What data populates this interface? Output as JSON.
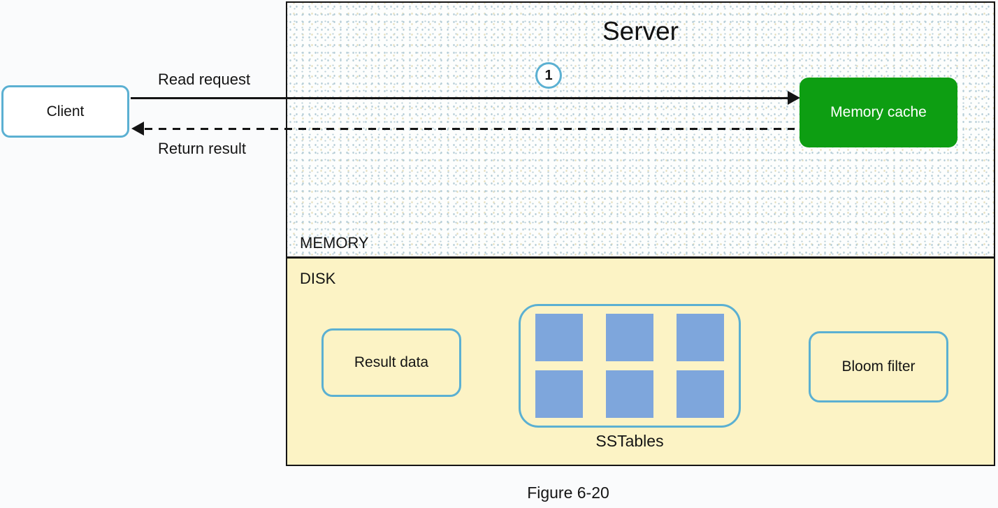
{
  "figure": {
    "caption": "Figure 6-20"
  },
  "client": {
    "label": "Client"
  },
  "arrows": {
    "read_request": {
      "label": "Read request",
      "step": "1",
      "style": "solid",
      "direction": "client-to-memory-cache"
    },
    "return_result": {
      "label": "Return result",
      "style": "dashed",
      "direction": "memory-cache-to-client"
    }
  },
  "server": {
    "title": "Server",
    "memory_label": "MEMORY",
    "disk_label": "DISK",
    "memory_cache": {
      "label": "Memory cache"
    },
    "disk": {
      "result_data": {
        "label": "Result data"
      },
      "sstables": {
        "label": "SSTables",
        "square_count": 6,
        "rows": 2,
        "cols": 3
      },
      "bloom_filter": {
        "label": "Bloom filter"
      }
    }
  },
  "colors": {
    "accent_blue": "#5BB0D2",
    "cache_green": "#0D9E12",
    "sstable_blue": "#7EA6DC",
    "disk_yellow": "#FCF3C5",
    "line_black": "#141414"
  }
}
